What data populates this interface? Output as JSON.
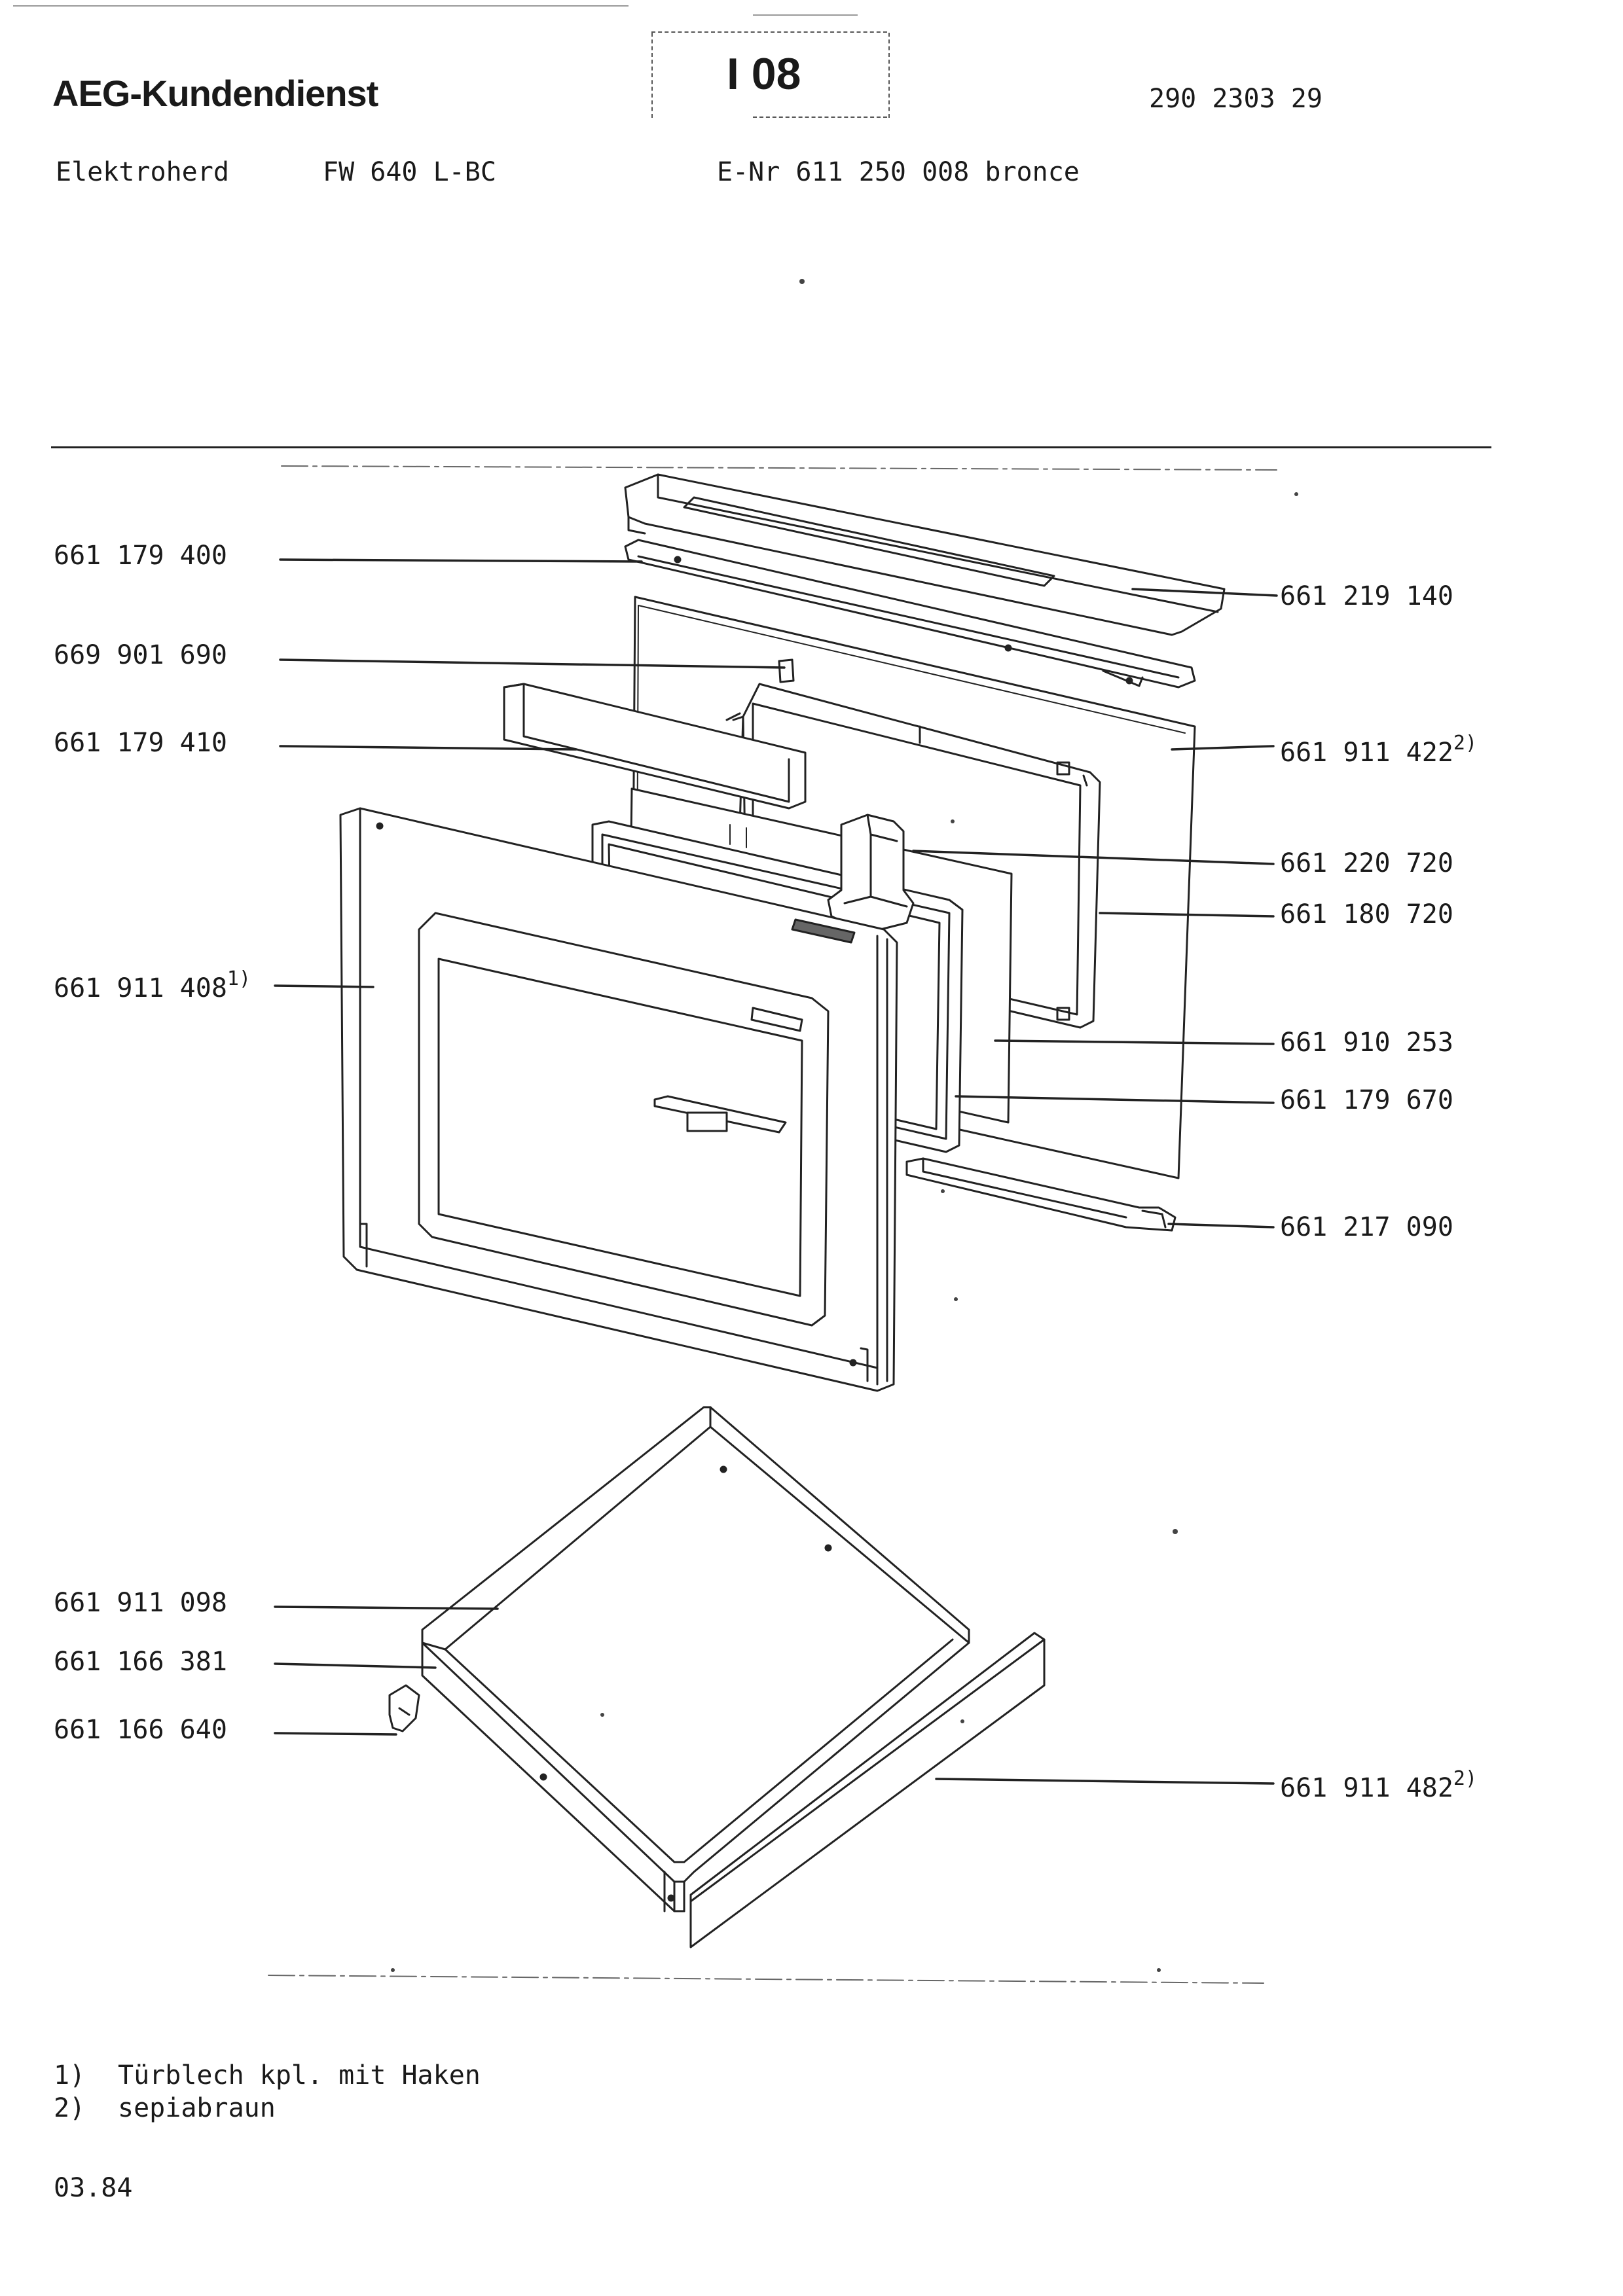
{
  "header": {
    "brand": "AEG-Kundendienst",
    "tab": "I 08",
    "doc_number": "290 2303 29"
  },
  "subheader": {
    "product": "Elektroherd",
    "model": "FW 640 L-BC",
    "enr": "E-Nr 611 250 008 bronce"
  },
  "parts": {
    "p_661179400": "661 179 400",
    "p_669901690": "669 901 690",
    "p_661179410": "661 179 410",
    "p_661911408": "661 911 408",
    "p_661911408_note": "1)",
    "p_661219140": "661 219 140",
    "p_661911422": "661 911 422",
    "p_661911422_note": "2)",
    "p_661220720": "661 220 720",
    "p_661180720": "661 180 720",
    "p_661910253": "661 910 253",
    "p_661179670": "661 179 670",
    "p_661217090": "661 217 090",
    "p_661911098": "661 911 098",
    "p_661166381": "661 166 381",
    "p_661166640": "661 166 640",
    "p_661911482": "661 911 482",
    "p_661911482_note": "2)"
  },
  "footnotes": [
    {
      "marker": "1)",
      "text": "Türblech kpl. mit Haken"
    },
    {
      "marker": "2)",
      "text": "sepiabraun"
    }
  ],
  "date": "03.84"
}
